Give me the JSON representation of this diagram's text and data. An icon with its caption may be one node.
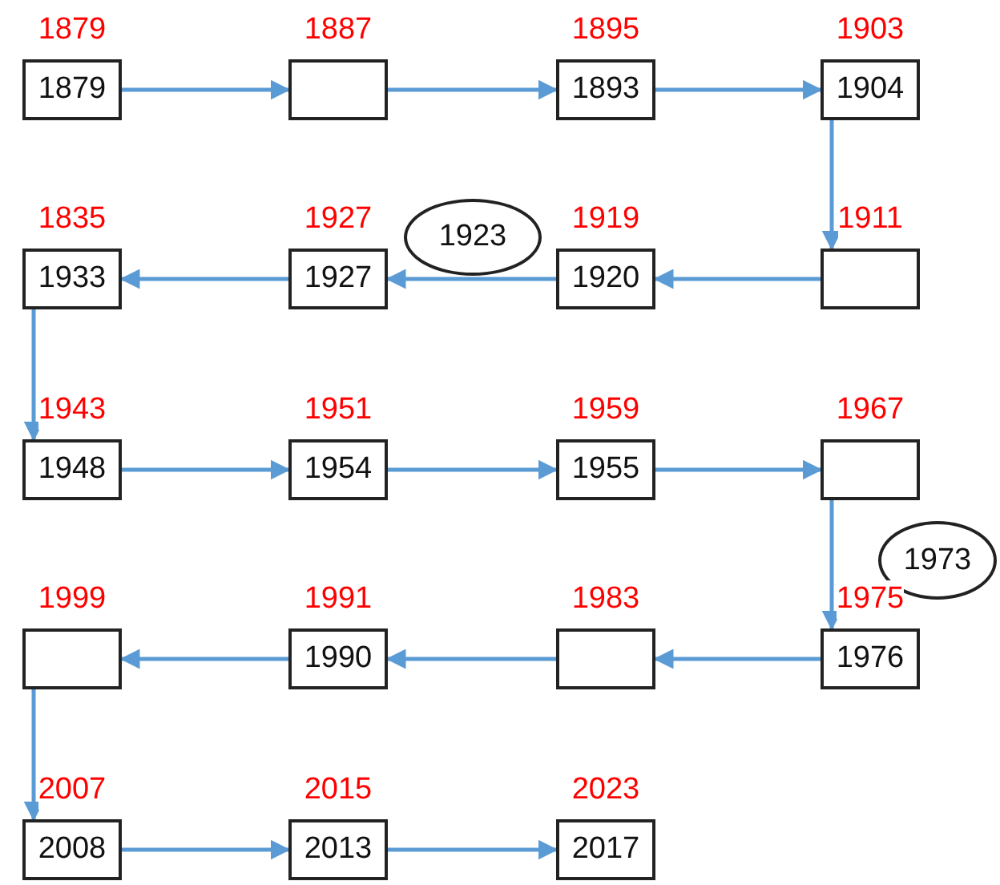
{
  "diagram": {
    "nodes": [
      {
        "text": [
          "1879",
          "1879"
        ]
      },
      {
        "text": [
          "1887"
        ]
      },
      {
        "text": [
          "1895",
          "1893"
        ]
      },
      {
        "text": [
          "1903",
          "1904"
        ]
      },
      {
        "text": [
          "1835",
          "1933"
        ]
      },
      {
        "text": [
          "1927",
          "1927"
        ]
      },
      {
        "text": [
          "1923"
        ]
      },
      {
        "text": [
          "1919",
          "1920"
        ]
      },
      {
        "text": [
          "1911"
        ]
      },
      {
        "text": [
          "1943",
          "1948"
        ]
      },
      {
        "text": [
          "1951",
          "1954"
        ]
      },
      {
        "text": [
          "1959",
          "1955"
        ]
      },
      {
        "text": [
          "1967"
        ]
      },
      {
        "text": [
          "1973"
        ]
      },
      {
        "text": [
          "1999"
        ]
      },
      {
        "text": [
          "1991",
          "1990"
        ]
      },
      {
        "text": [
          "1983"
        ]
      },
      {
        "text": [
          "1975",
          "1976"
        ]
      },
      {
        "text": [
          "2007",
          "2008"
        ]
      },
      {
        "text": [
          "2015",
          "2013"
        ]
      },
      {
        "text": [
          "2023",
          "2017"
        ]
      }
    ],
    "edges": [
      {
        "from": 0,
        "to": 1,
        "arrow": "to"
      },
      {
        "from": 1,
        "to": 2,
        "arrow": "to"
      },
      {
        "from": 2,
        "to": 3,
        "arrow": "to"
      },
      {
        "from": 3,
        "to": 8,
        "arrow": "to"
      },
      {
        "from": 8,
        "to": 7,
        "arrow": "to"
      },
      {
        "from": 7,
        "to": 5,
        "arrow": "to"
      },
      {
        "from": 5,
        "to": 4,
        "arrow": "to"
      },
      {
        "from": 4,
        "to": 9,
        "arrow": "to"
      },
      {
        "from": 9,
        "to": 10,
        "arrow": "to"
      },
      {
        "from": 10,
        "to": 11,
        "arrow": "to"
      },
      {
        "from": 11,
        "to": 12,
        "arrow": "to"
      },
      {
        "from": 12,
        "to": 17,
        "arrow": "to"
      },
      {
        "from": 17,
        "to": 16,
        "arrow": "to"
      },
      {
        "from": 16,
        "to": 15,
        "arrow": "to"
      },
      {
        "from": 15,
        "to": 14,
        "arrow": "to"
      },
      {
        "from": 14,
        "to": 18,
        "arrow": "to"
      },
      {
        "from": 18,
        "to": 19,
        "arrow": "to"
      },
      {
        "from": 19,
        "to": 20,
        "arrow": "to"
      }
    ]
  }
}
